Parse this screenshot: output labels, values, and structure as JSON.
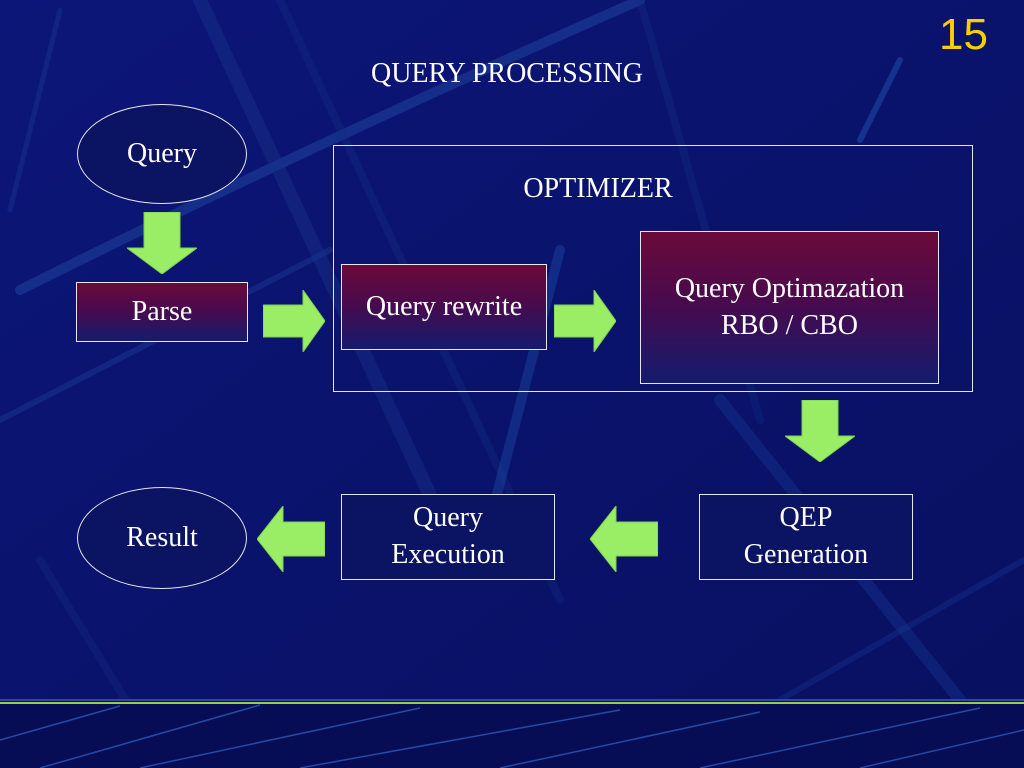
{
  "slide": {
    "title": "QUERY PROCESSING",
    "number": "15"
  },
  "nodes": {
    "query": "Query",
    "parse": "Parse",
    "optimizer": "OPTIMIZER",
    "rewrite": "Query rewrite",
    "optimization_line1": "Query Optimazation",
    "optimization_line2": "RBO / CBO",
    "qep_line1": "QEP",
    "qep_line2": "Generation",
    "execution_line1": "Query",
    "execution_line2": "Execution",
    "result": "Result"
  },
  "colors": {
    "background": "#0b1470",
    "arrow_fill": "#99ee66",
    "box_gradient_top": "#6b0a3a",
    "number": "#ffcc00"
  },
  "icons": {
    "arrows": [
      "arrow-down-icon",
      "arrow-right-icon",
      "arrow-left-icon"
    ]
  }
}
